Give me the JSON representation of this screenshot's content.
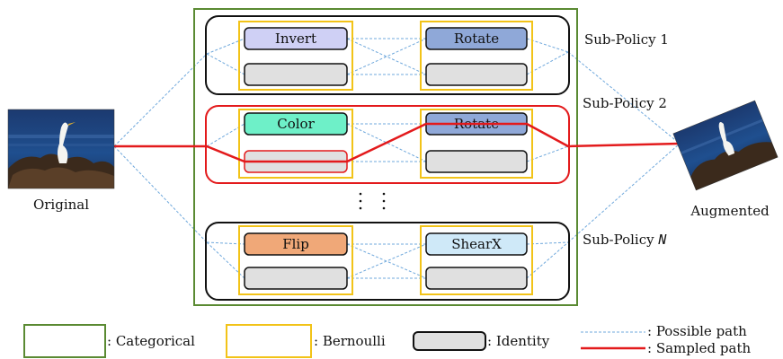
{
  "labels": {
    "original": "Original",
    "augmented": "Augmented",
    "subpolicy1": "Sub-Policy 1",
    "subpolicy2": "Sub-Policy 2",
    "subpolicyN_prefix": "Sub-Policy ",
    "subpolicyN_var": "N"
  },
  "ops": {
    "sp1_op1": "Invert",
    "sp1_op2": "Rotate",
    "sp2_op1": "Color",
    "sp2_op2": "Rotate",
    "spN_op1": "Flip",
    "spN_op2": "ShearX"
  },
  "legend": {
    "categorical": ": Categorical",
    "bernoulli": ": Bernoulli",
    "identity": ": Identity",
    "possible_path": ": Possible path",
    "sampled_path": ": Sampled path"
  },
  "colors": {
    "categorical": "#5a8a32",
    "bernoulli": "#f2c318",
    "identity": "#e0e0e0",
    "sampled": "#e31a1c",
    "possible": "#6fa8dc",
    "invert": "#cfd0f5",
    "rotate": "#8fa8d8",
    "color": "#6ef0c8",
    "flip": "#f0a878",
    "shearx": "#cfe9f8"
  }
}
